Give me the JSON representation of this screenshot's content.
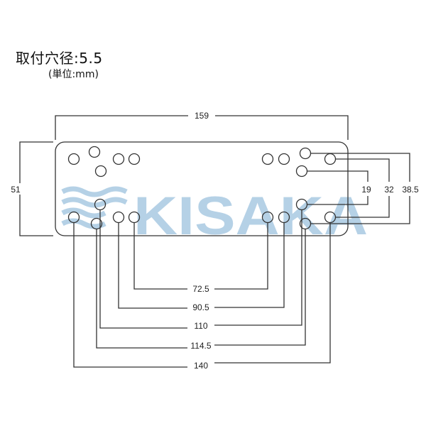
{
  "header": {
    "title": "取付穴径:5.5",
    "unit": "(単位:mm)"
  },
  "watermark": "KISAKA",
  "colors": {
    "line": "#333333",
    "watermark": "#a9c9e2"
  },
  "dimensions": {
    "width": "159",
    "height": "51",
    "vertical": [
      "19",
      "32",
      "38.5"
    ],
    "horizontal": [
      "72.5",
      "90.5",
      "110",
      "114.5",
      "140"
    ]
  }
}
